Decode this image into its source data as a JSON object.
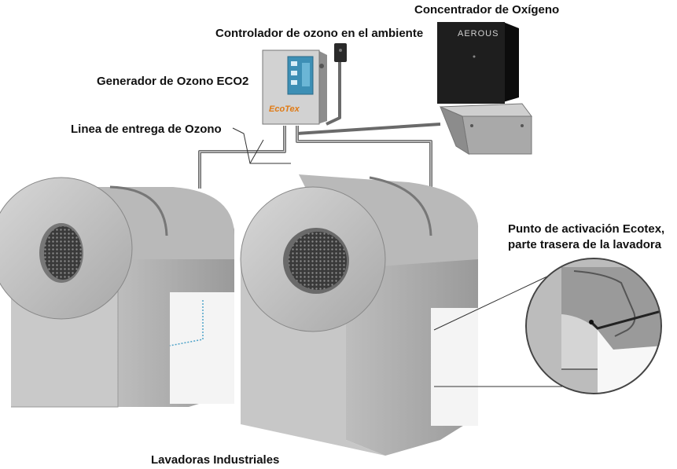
{
  "labels": {
    "oxygen_concentrator": "Concentrador de Oxígeno",
    "ozone_controller": "Controlador de ozono en el ambiente",
    "ozone_generator": "Generador de Ozono ECO2",
    "delivery_line": "Linea de entrega de Ozono",
    "activation_point_line1": "Punto de activación Ecotex,",
    "activation_point_line2": "parte trasera de la lavadora",
    "industrial_washers": "Lavadoras Industriales"
  },
  "devices": {
    "concentrator_brand": "AEROUS",
    "generator_brand": "EcoTex"
  },
  "colors": {
    "washer_body": "#c4c4c4",
    "washer_dark": "#8f8f8f",
    "pipe": "#6f6f6f",
    "concentrator": "#1b1b1b",
    "generator_logo": "#e07a14",
    "panel_blue": "#4fa3c9"
  }
}
